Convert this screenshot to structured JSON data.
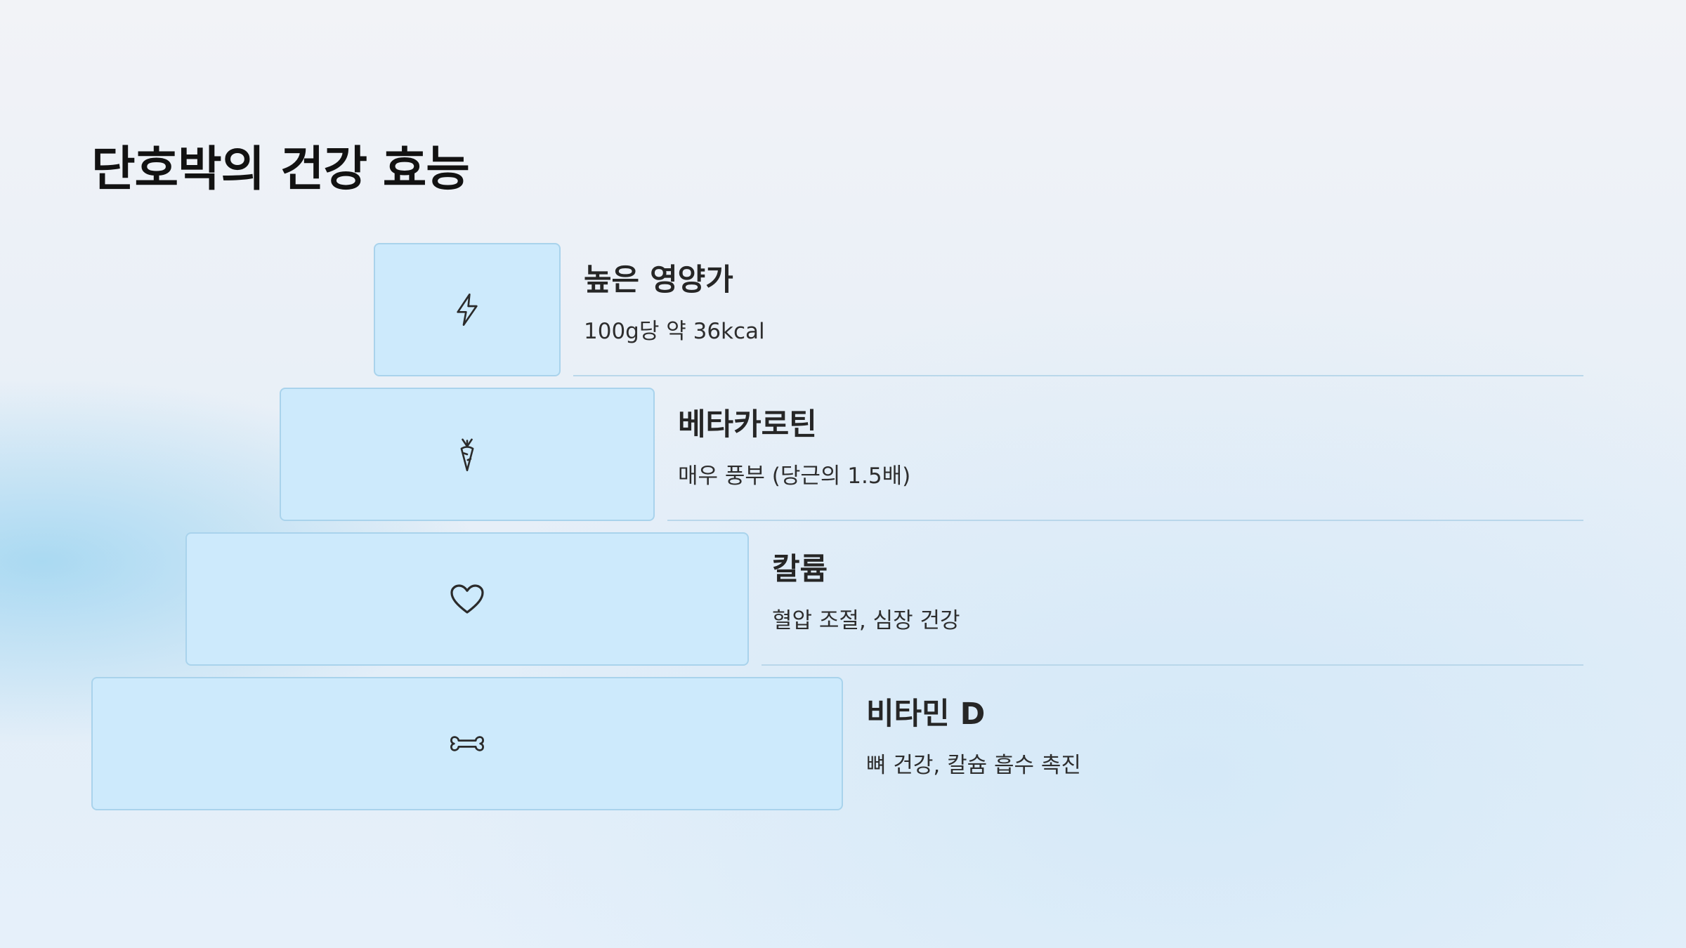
{
  "slide": {
    "title": "단호박의 건강 효능"
  },
  "tiers": [
    {
      "icon": "lightning-icon",
      "title": "높은 영양가",
      "description": "100g당 약 36kcal"
    },
    {
      "icon": "carrot-icon",
      "title": "베타카로틴",
      "description": "매우 풍부 (당근의 1.5배)"
    },
    {
      "icon": "heart-icon",
      "title": "칼륨",
      "description": "혈압 조절, 심장 건강"
    },
    {
      "icon": "bone-icon",
      "title": "비타민 D",
      "description": "뼈 건강, 칼슘 흡수 촉진"
    }
  ],
  "colors": {
    "box_fill": "#cdeafc",
    "box_border": "#a9d3ec",
    "divider": "#b9d7ea",
    "title_text": "#121212"
  }
}
